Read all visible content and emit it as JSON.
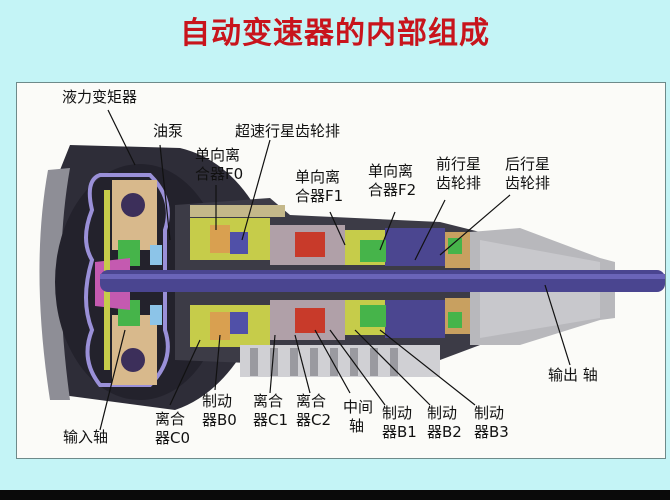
{
  "title": "自动变速器的内部组成",
  "colors": {
    "background": "#c4f4f6",
    "title": "#c8141c",
    "panel": "#fbfbf8",
    "shaft": "#4a4590",
    "housing": "#3a3a44",
    "yellow_green": "#c6cc4a",
    "tan": "#d9b98a",
    "green": "#46b44a",
    "magenta": "#c45ab0",
    "red": "#c83a2a",
    "light_blue": "#8cc4e8",
    "gray": "#b8b8bc"
  },
  "labels": {
    "torque_converter": "液力变矩器",
    "oil_pump": "油泵",
    "overdrive_planetary": "超速行星齿轮排",
    "one_way_clutch_f0": [
      "单向离",
      "合器F0"
    ],
    "one_way_clutch_f1": [
      "单向离",
      "合器F1"
    ],
    "one_way_clutch_f2": [
      "单向离",
      "合器F2"
    ],
    "front_planetary": [
      "前行星",
      "齿轮排"
    ],
    "rear_planetary": [
      "后行星",
      "齿轮排"
    ],
    "output_shaft": "输出 轴",
    "input_shaft": "输入轴",
    "clutch_c0": [
      "离合",
      "器C0"
    ],
    "brake_b0": [
      "制动",
      "器B0"
    ],
    "clutch_c1": [
      "离合",
      "器C1"
    ],
    "clutch_c2": [
      "离合",
      "器C2"
    ],
    "intermediate_shaft": [
      "中间",
      "轴"
    ],
    "brake_b1": [
      "制动",
      "器B1"
    ],
    "brake_b2": [
      "制动",
      "器B2"
    ],
    "brake_b3": [
      "制动",
      "器B3"
    ]
  }
}
